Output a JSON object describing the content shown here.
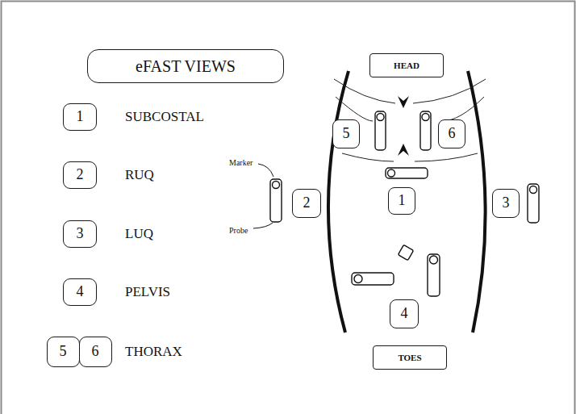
{
  "diagram": {
    "nodes": [
      {
        "text": [
          "eFAST VIEWS"
        ]
      },
      {
        "text": [
          "1"
        ]
      },
      {
        "text": [
          "2"
        ]
      },
      {
        "text": [
          "3"
        ]
      },
      {
        "text": [
          "4"
        ]
      },
      {
        "text": [
          "5"
        ]
      },
      {
        "text": [
          "6"
        ]
      },
      {
        "text": [
          "HEAD"
        ]
      },
      {
        "text": [
          "5"
        ]
      },
      {
        "text": [
          "6"
        ]
      },
      {
        "text": [
          "1"
        ]
      },
      {
        "text": [
          "2"
        ]
      },
      {
        "text": [
          "3"
        ]
      },
      {
        "text": [
          "4"
        ]
      },
      {
        "text": [
          "TOES"
        ]
      }
    ],
    "labels": [
      "SUBCOSTAL",
      "RUQ",
      "LUQ",
      "PELVIS",
      "THORAX",
      "Marker",
      "Probe"
    ]
  }
}
